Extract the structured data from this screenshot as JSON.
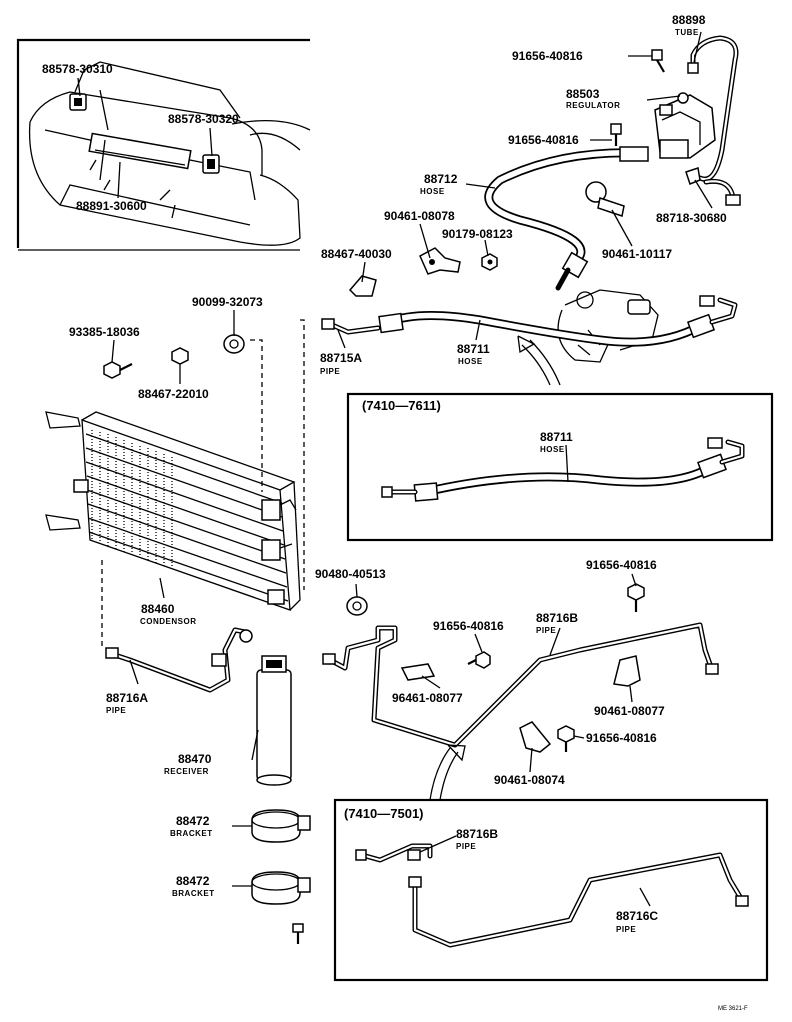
{
  "callouts": [
    {
      "id": "c1",
      "code": "88578-30310",
      "name": ""
    },
    {
      "id": "c2",
      "code": "88578-30320",
      "name": ""
    },
    {
      "id": "c3",
      "code": "88891-30600",
      "name": ""
    },
    {
      "id": "c4",
      "code": "88898",
      "name": "TUBE"
    },
    {
      "id": "c5",
      "code": "91656-40816",
      "name": ""
    },
    {
      "id": "c6",
      "code": "88503",
      "name": "REGULATOR"
    },
    {
      "id": "c7",
      "code": "91656-40816",
      "name": ""
    },
    {
      "id": "c8",
      "code": "88712",
      "name": "HOSE"
    },
    {
      "id": "c9",
      "code": "88718-30680",
      "name": ""
    },
    {
      "id": "c10",
      "code": "90461-08078",
      "name": ""
    },
    {
      "id": "c11",
      "code": "90179-08123",
      "name": ""
    },
    {
      "id": "c12",
      "code": "90461-10117",
      "name": ""
    },
    {
      "id": "c13",
      "code": "88467-40030",
      "name": ""
    },
    {
      "id": "c14",
      "code": "90099-32073",
      "name": ""
    },
    {
      "id": "c15",
      "code": "93385-18036",
      "name": ""
    },
    {
      "id": "c16",
      "code": "88715A",
      "name": "PIPE"
    },
    {
      "id": "c17",
      "code": "88711",
      "name": "HOSE"
    },
    {
      "id": "c18",
      "code": "88467-22010",
      "name": ""
    },
    {
      "id": "c19",
      "code": "88711",
      "name": "HOSE"
    },
    {
      "id": "c20",
      "code": "88460",
      "name": "CONDENSOR"
    },
    {
      "id": "c21",
      "code": "90480-40513",
      "name": ""
    },
    {
      "id": "c22",
      "code": "91656-40816",
      "name": ""
    },
    {
      "id": "c23",
      "code": "91656-40816",
      "name": ""
    },
    {
      "id": "c24",
      "code": "88716B",
      "name": "PIPE"
    },
    {
      "id": "c25",
      "code": "88716A",
      "name": "PIPE"
    },
    {
      "id": "c26",
      "code": "96461-08077",
      "name": ""
    },
    {
      "id": "c27",
      "code": "90461-08077",
      "name": ""
    },
    {
      "id": "c28",
      "code": "88470",
      "name": "RECEIVER"
    },
    {
      "id": "c29",
      "code": "91656-40816",
      "name": ""
    },
    {
      "id": "c30",
      "code": "90461-08074",
      "name": ""
    },
    {
      "id": "c31",
      "code": "88472",
      "name": "BRACKET"
    },
    {
      "id": "c32",
      "code": "88716B",
      "name": "PIPE"
    },
    {
      "id": "c33",
      "code": "88472",
      "name": "BRACKET"
    },
    {
      "id": "c34",
      "code": "88716C",
      "name": "PIPE"
    }
  ],
  "insets": {
    "upper": {
      "label": "(7410—7611)"
    },
    "lower": {
      "label": "(7410—7501)"
    }
  },
  "footer": {
    "code": "ME 3621-F"
  }
}
